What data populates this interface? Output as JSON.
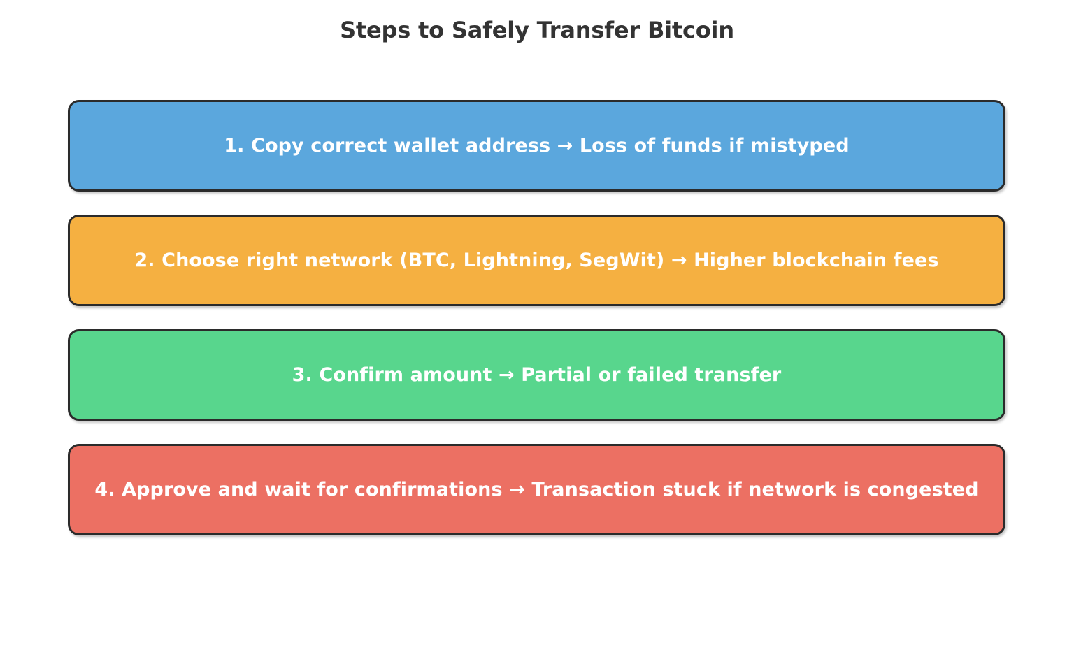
{
  "title": "Steps to Safely Transfer Bitcoin",
  "background_color": "#ffffff",
  "title_color": "#333333",
  "border_color": "#2b2b2b",
  "text_color": "#ffffff",
  "chart_data": {
    "type": "diagram",
    "title": "Steps to Safely Transfer Bitcoin",
    "xlabel": "",
    "ylabel": "",
    "legend": [],
    "grid": false,
    "categories": [
      "1. Copy correct wallet address",
      "2. Choose right network (BTC, Lightning, SegWit)",
      "3. Confirm amount",
      "4. Approve and wait for confirmations"
    ],
    "values": [
      "Loss of funds if mistyped",
      "Higher blockchain fees",
      "Partial or failed transfer",
      "Transaction stuck if network is congested"
    ],
    "steps": [
      {
        "index": "1",
        "step": "Copy correct wallet address",
        "risk": "Loss of funds if mistyped",
        "label": "1. Copy correct wallet address → Loss of funds if mistyped",
        "color": "#5ba7dd"
      },
      {
        "index": "2",
        "step": "Choose right network (BTC, Lightning, SegWit)",
        "risk": "Higher blockchain fees",
        "label": "2. Choose right network (BTC, Lightning, SegWit) → Higher blockchain fees",
        "color": "#f5b041"
      },
      {
        "index": "3",
        "step": "Confirm amount",
        "risk": "Partial or failed transfer",
        "label": "3. Confirm amount → Partial or failed transfer",
        "color": "#58d68d"
      },
      {
        "index": "4",
        "step": "Approve and wait for confirmations",
        "risk": "Transaction stuck if network is congested",
        "label": "4. Approve and wait for confirmations → Transaction stuck if network is congested",
        "color": "#ec7063"
      }
    ]
  }
}
